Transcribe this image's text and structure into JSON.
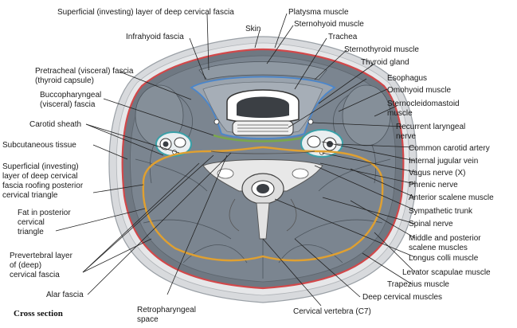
{
  "caption": "Cross section",
  "colors": {
    "investing_fascia": "#d2484a",
    "pretracheal_fascia": "#4a86cc",
    "buccopharyngeal_fascia": "#7aa84a",
    "carotid_sheath": "#3aa0a8",
    "prevertebral_fascia": "#e0a030",
    "muscle": "#7b8590",
    "skin": "#c9ccd0"
  },
  "labels": {
    "top": [
      {
        "id": "superficial-investing-top",
        "text": "Superficial (investing) layer of deep cervical fascia"
      },
      {
        "id": "platysma",
        "text": "Platysma muscle"
      },
      {
        "id": "skin",
        "text": "Skin"
      },
      {
        "id": "sternohyoid",
        "text": "Sternohyoid muscle"
      },
      {
        "id": "infrahyoid-fascia",
        "text": "Infrahyoid fascia"
      },
      {
        "id": "trachea",
        "text": "Trachea"
      }
    ],
    "left": [
      {
        "id": "pretracheal-1",
        "text": "Pretracheal (visceral) fascia"
      },
      {
        "id": "pretracheal-2",
        "text": "(thyroid capsule)"
      },
      {
        "id": "bucco-1",
        "text": "Buccopharyngeal"
      },
      {
        "id": "bucco-2",
        "text": "(visceral) fascia"
      },
      {
        "id": "carotid-sheath",
        "text": "Carotid sheath"
      },
      {
        "id": "subcutaneous",
        "text": "Subcutaneous tissue"
      },
      {
        "id": "sup-post-1",
        "text": "Superficial (investing)"
      },
      {
        "id": "sup-post-2",
        "text": "layer of deep cervical"
      },
      {
        "id": "sup-post-3",
        "text": "fascia roofing posterior"
      },
      {
        "id": "sup-post-4",
        "text": "cervical triangle"
      },
      {
        "id": "fat-1",
        "text": "Fat in posterior"
      },
      {
        "id": "fat-2",
        "text": "cervical"
      },
      {
        "id": "fat-3",
        "text": "triangle"
      },
      {
        "id": "prevert-1",
        "text": "Prevertebral layer"
      },
      {
        "id": "prevert-2",
        "text": "of (deep)"
      },
      {
        "id": "prevert-3",
        "text": "cervical fascia"
      },
      {
        "id": "alar",
        "text": "Alar fascia"
      }
    ],
    "right": [
      {
        "id": "sternothyroid",
        "text": "Sternothyroid muscle"
      },
      {
        "id": "thyroid",
        "text": "Thyroid gland"
      },
      {
        "id": "esophagus",
        "text": "Esophagus"
      },
      {
        "id": "omohyoid",
        "text": "Omohyoid muscle"
      },
      {
        "id": "scm-1",
        "text": "Sternocleidomastoid"
      },
      {
        "id": "scm-2",
        "text": "muscle"
      },
      {
        "id": "rln-1",
        "text": "Recurrent laryngeal"
      },
      {
        "id": "rln-2",
        "text": "nerve"
      },
      {
        "id": "cca",
        "text": "Common carotid artery"
      },
      {
        "id": "ijv",
        "text": "Internal jugular vein"
      },
      {
        "id": "vagus",
        "text": "Vagus nerve (X)"
      },
      {
        "id": "phrenic",
        "text": "Phrenic nerve"
      },
      {
        "id": "ant-scalene",
        "text": "Anterior scalene muscle"
      },
      {
        "id": "sympathetic",
        "text": "Sympathetic trunk"
      },
      {
        "id": "spinal",
        "text": "Spinal nerve"
      },
      {
        "id": "mid-post-1",
        "text": "Middle and posterior"
      },
      {
        "id": "mid-post-2",
        "text": "scalene muscles"
      },
      {
        "id": "longus",
        "text": "Longus colli muscle"
      },
      {
        "id": "levator",
        "text": "Levator scapulae muscle"
      },
      {
        "id": "trapezius",
        "text": "Trapezius muscle"
      },
      {
        "id": "deep-cervical",
        "text": "Deep cervical muscles"
      }
    ],
    "bottom": [
      {
        "id": "retro-1",
        "text": "Retropharyngeal"
      },
      {
        "id": "retro-2",
        "text": "space"
      },
      {
        "id": "c7",
        "text": "Cervical vertebra (C7)"
      }
    ]
  }
}
